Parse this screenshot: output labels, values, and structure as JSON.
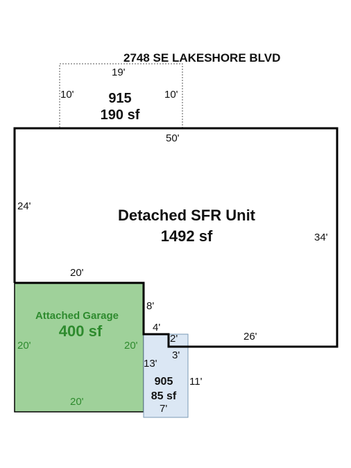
{
  "address": "2748 SE LAKESHORE BLVD",
  "colors": {
    "outline": "#000000",
    "garage_fill": "#9fd19a",
    "garage_text": "#2e8b2e",
    "deck_fill": "#dbe7f4",
    "deck_border": "#7a99b5",
    "dotted_border": "#555555"
  },
  "area_915": {
    "id": "915",
    "area": "190 sf",
    "dims": {
      "top": "19'",
      "left": "10'",
      "right": "10'"
    }
  },
  "main_unit": {
    "name": "Detached SFR Unit",
    "area": "1492 sf",
    "dims": {
      "top": "50'",
      "left": "24'",
      "right": "34'",
      "lower_left": "20'",
      "bottom": "26'"
    }
  },
  "garage": {
    "name": "Attached Garage",
    "area": "400 sf",
    "dims": {
      "left": "20'",
      "right": "20'",
      "bottom": "20'"
    }
  },
  "notch": {
    "dims": {
      "vertical": "8'",
      "horizontal": "4'",
      "step": "2'",
      "short": "3'"
    }
  },
  "area_905": {
    "id": "905",
    "area": "85 sf",
    "dims": {
      "left": "13'",
      "right": "11'",
      "bottom": "7'"
    }
  }
}
